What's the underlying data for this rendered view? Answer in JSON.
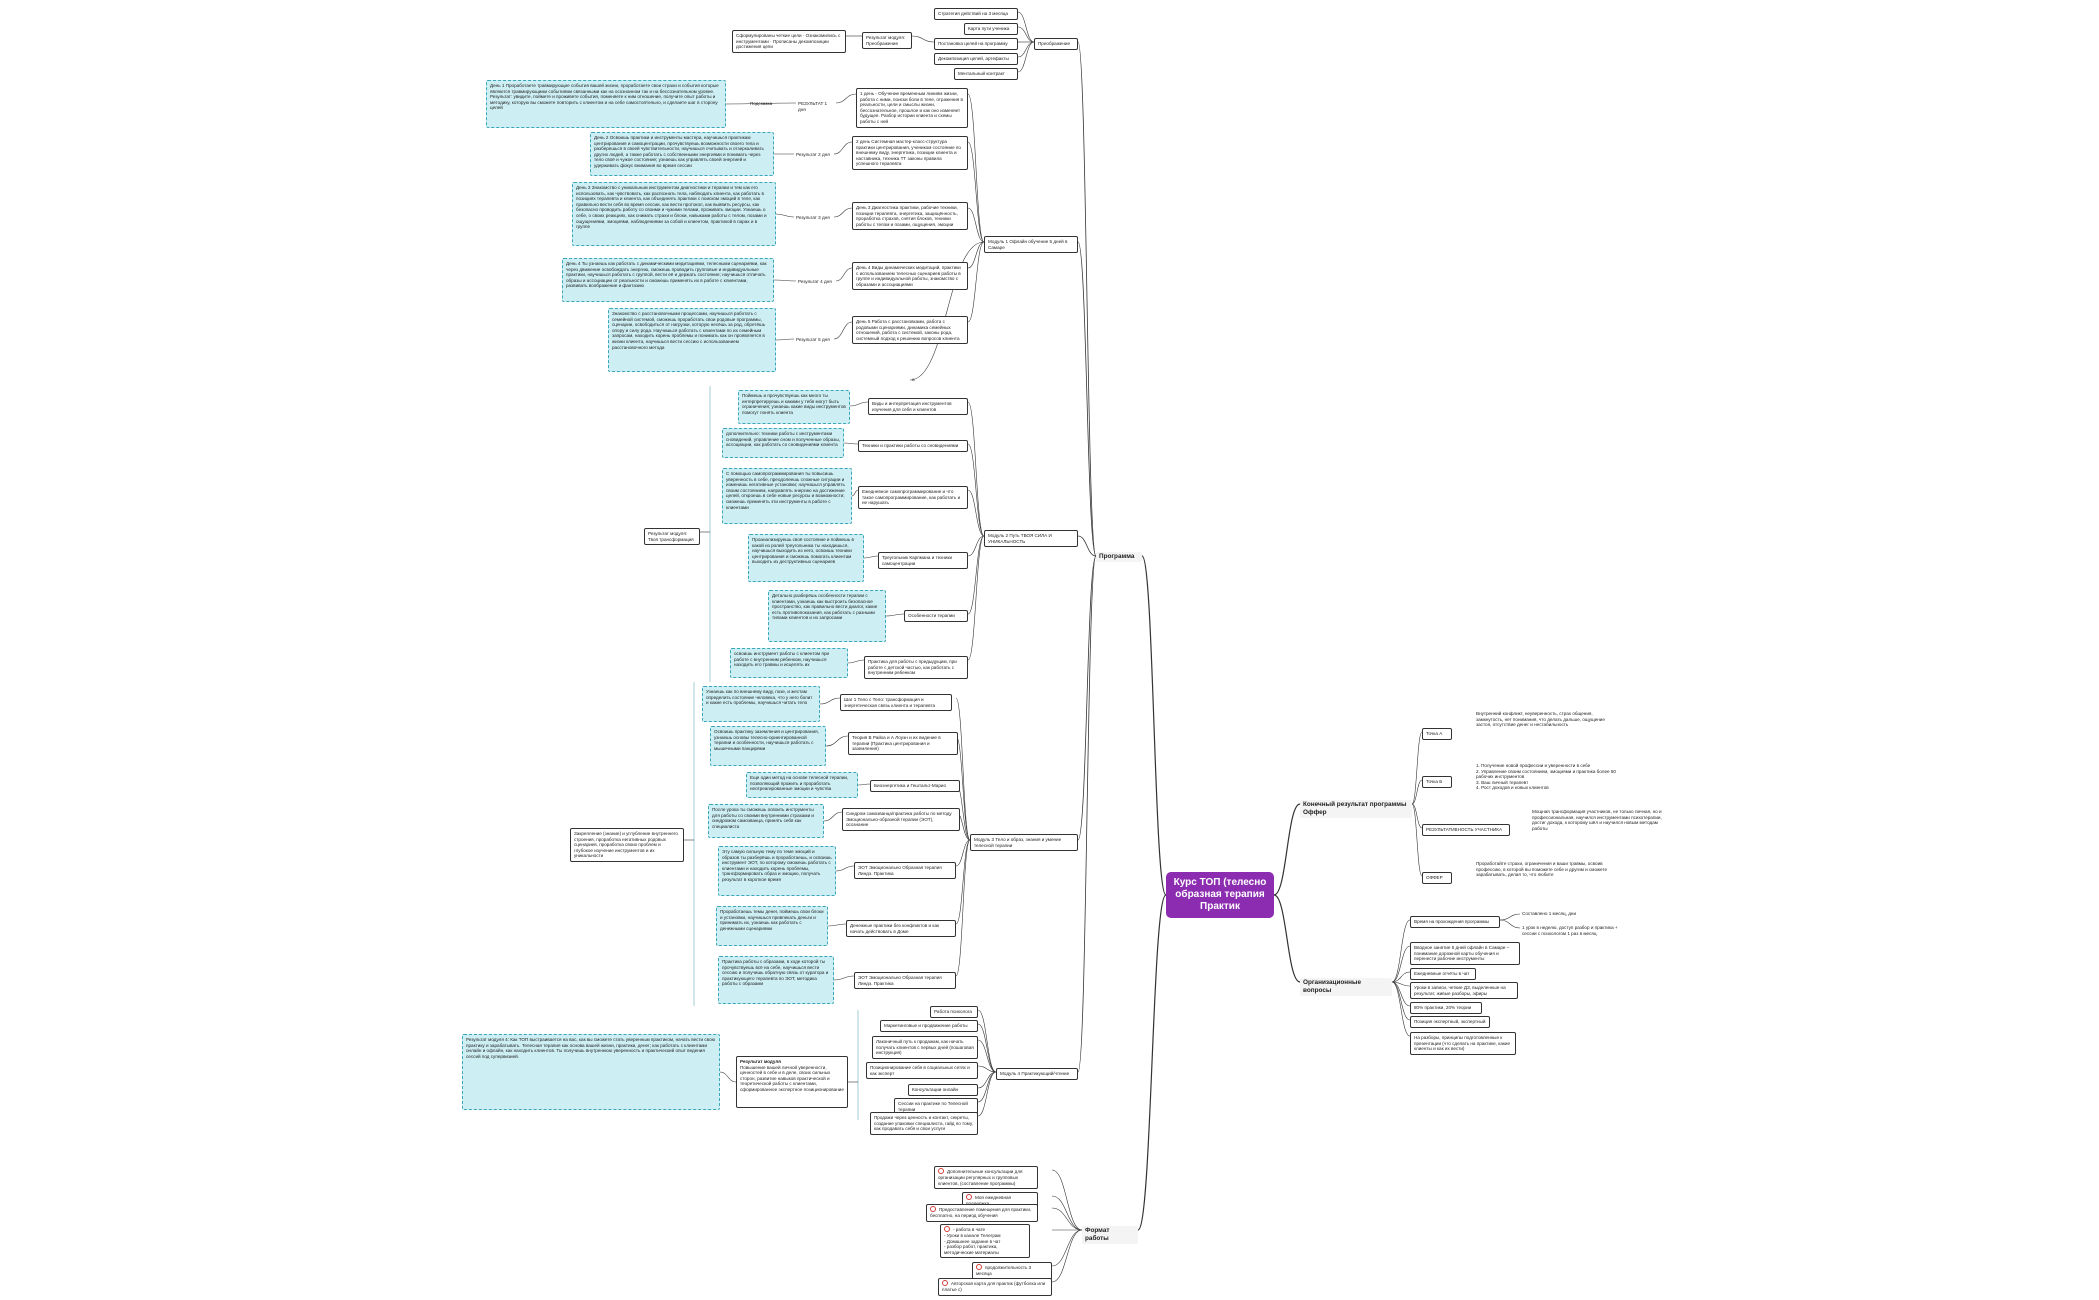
{
  "title": "Курс ТОП (телесно образная терапия Практик",
  "colors": {
    "root": "#8c2cb1",
    "cyan_fill": "#cdeef3",
    "cyan_border": "#3aa7b8",
    "line": "#333333",
    "marker": "#d23c3c"
  },
  "branches": {
    "program": "Программа",
    "final": "Конечный результат программы Оффер",
    "org": "Организационные вопросы",
    "format": "Формат работы"
  },
  "transform": {
    "label": "Преображение",
    "items": [
      "Стратегия действий на 3 месяца",
      "Карта пути ученика",
      "Постановка целей на программу",
      "Декомпозиция целей, артефакты",
      "Ментальный контракт"
    ],
    "result_label": "Результат модуля: Преображение",
    "result_text": "Сформулированы четкие цели · Ознакомились с инструментами · Прописаны декомпозиции достижения цели"
  },
  "module1": {
    "label": "Модуль 1 Офлайн обучение 5 дней в Самаре",
    "days": [
      {
        "topic": "1 день - Обучение временным линиям жизни, работа с ними, поиски боли в теле, отражения в реальности, цели и смыслы жизни, бессознательное, прошлое и как оно изменяет будущее. Разбор истории клиента и схемы работы с ней",
        "label": "РЕЗУЛЬТАТ 1 дня",
        "pre": "Подсказка",
        "result": "День 1 Проработаете травмирующие события вашей жизни, проработаете свои страхи и события которые являются травмирующими событиями связанными как на осознанном так и на бессознательном уровне. Результат: увидите, поймете и проживете события, поменяете к ним отношение, получите опыт работы и методику, которую вы сможете повторить с клиентом и на себе самостоятельно, и сделаете шаг в сторону целей"
      },
      {
        "topic": "2 день Системная мастер-класс-структура практики центрирования, учеником состояние по внешнему виду, энергетика, позиции клиента и наставника, техника ТТ законы правила успешного терапевта",
        "label": "Результат 2 дня",
        "result": "День 2 Освоишь практики и инструменты мастера, научишься практикам центрирования и самоцентрации, прочувствуешь возможности своего тела и разберешься в своей чувствительности, научишься считывать и отзеркаливать других людей, а также работать с собственными энергиями и понимать через тело своё и чужое состояние; узнаешь как управлять своей энергией и удерживать фокус внимания во время сессии"
      },
      {
        "topic": "День 3 Диагностика практики, рабочие техники, позиции терапевта, энергетика, защищённость, проработка страхов, снятия блоков, техники работы с телом и позами, ощущения, эмоции",
        "label": "Результат 3 дня",
        "result": "День 3 Знакомство с уникальным инструментом диагностики и терапии и тем как его использовать, как чувствовать, как распознать тела, наблюдать клиента, как работать в позициях терапевта и клиента, как объединять практики с поиском эмоций в теле, как правильно вести себя во время сессии, как вести протокол, как выявить ресурсы, как безопасно проводить работу со своими и чужими телами, проживать эмоции. Узнаешь о себе, о своих реакциях, как снимать страхи и блоки, навыками работы с телом, позами и ощущениями, эмоциями, наблюдениями за собой и клиентом, практикой в парах и в группе"
      },
      {
        "topic": "День 4 Виды динамических медитаций, практики с использованием телесных сценариев работы в группе и индивидуальной работы, знакомство с образами и ассоциациями",
        "label": "Результат 4 дня",
        "result": "День 4 Ты узнаешь как работать с динамическими медитациями, телесными сценариями, как через движение освобождать энергию, сможешь проводить групповые и индивидуальные практики, научишься работать с группой, вести её и держать состояние; научишься отличать образы и ассоциации от реальности и сможешь применять их в работе с клиентами, развивать воображение и фантазию"
      },
      {
        "topic": "День 5 Работа с расстановками, работа с родовыми сценариями, динамика семейных отношений, работа с системой, законы рода, системный подход к решению вопросов клиента",
        "label": "Результат 5 дня",
        "result": "Знакомство с расстановочными процессами, научишься работать с семейной системой, сможешь проработать свои родовые программы, сценарии, освободиться от нагрузки, которую несёшь за род, обретёшь опору и силу рода. Научишься работать с клиентами по их семейным запросам, находить корень проблемы и понимать как он проявляется в жизни клиента, научишься вести сессию с использованием расстановочного метода"
      }
    ]
  },
  "module2": {
    "label": "Модуль 2 Путь ТВОЯ СИЛА И УНИКАЛЬНОСТЬ",
    "result_label": "Результат модуля: Твоя трансформация",
    "items": [
      {
        "topic": "Виды и интерпретация инструментов изучения для себя и клиентов",
        "detail": "Поймешь и прочувствуешь как много ты интерпретируешь и какими у тебя могут быть ограничения; узнаешь какие виды инструментов помогут понять клиента"
      },
      {
        "topic": "Техники и практики работы со сновидениями",
        "detail": "дополнительно: техники работы с инструментами сновидений, управление сном и полученные образы, ассоциации, как работать со сновидениями клиента"
      },
      {
        "topic": "Ежедневное самопрограммирование и что такое самопрограммирование, как работать и не нарушать",
        "detail": "С помощью самопрограммирования ты повысишь уверенность в себе, преодолеешь сложные ситуации и изменишь негативные установки; научишься управлять своим состоянием, направлять энергию на достижение целей, откроешь в себе новые ресурсы и возможности; сможешь применять эти инструменты в работе с клиентами"
      },
      {
        "topic": "Треугольник Карпмана и техники самоцентрации",
        "detail": "Проанализируешь своё состояние и поймешь в какой из ролей треугольника ты находишься, научишься выходить из него, освоишь техники центрирования и сможешь помогать клиентам выходить из деструктивных сценариев"
      },
      {
        "topic": "Особенности терапии",
        "detail": "Детально разберёшь особенности терапии с клиентами, узнаешь как выстроить безопасное пространство, как правильно вести диалог, какие есть противопоказания, как работать с разными типами клиентов и их запросами"
      },
      {
        "topic": "Практика для работы с предыдущим, при работе с детской частью, как работать с внутренним ребенком",
        "detail": "освоишь инструмент работы с клиентом при работе с внутренним ребенком, научишься находить его травмы и исцелять их"
      }
    ]
  },
  "module3": {
    "label": "Модуль 3 Тело и образ, знания и умение телесной терапии",
    "side_note": "Закрепление (знание) и углубление внутреннего строения, проработка негативных родовых сценариев, проработка своих проблем и глубокое изучение инструментов и их уникальности",
    "items": [
      {
        "topic": "Шаг 1 Тело с Тело: трансформация и энергетическая связь клиента и терапевта",
        "detail": "Узнаешь как по внешнему виду, позе, и жестам определить состояние человека, что у него болит и какие есть проблемы, научишься читать тело"
      },
      {
        "topic": "Теория В Райха и А Лоуэн и их видение в терапии (Практика центрирования и заземления)",
        "detail": "Освоишь практику заземления и центрирования, узнаешь основы телесно-ориентированной терапии и особенности, научишься работать с мышечными панцирями"
      },
      {
        "topic": "Биоэнергетика и Гештальт-Марио",
        "detail": "Еще один метод на основе телесной терапии, позволяющий прожить и проработать неотреагированные эмоции и чувства"
      },
      {
        "topic": "Синдром самозванца/практика работы по методу Эмоционально-образной терапии (ЭОТ), осознание",
        "detail": "После урока ты сможешь освоить инструменты для работы со своими внутренними страхами и синдромом самозванца, принять себя как специалиста"
      },
      {
        "topic": "ЭОТ Эмоционально Образная терапия Линдэ. Практика",
        "detail": "Эту самую сильную тему по теме эмоций и образов ты разберёшь и проработаешь, и освоишь инструмент ЭОТ, по которому сможешь работать с клиентами и находить корень проблемы, трансформировать образ и эмоцию, получать результат в короткое время"
      },
      {
        "topic": "Денежные практики без конфликтов и как начать действовать в Доме",
        "detail": "Проработаешь темы денег, поймешь свои блоки и установки, научишься привлекать деньги и принимать их, узнаешь как работать с денежными сценариями"
      },
      {
        "topic": "ЭОТ Эмоционально Образная терапия Линдэ. Практика",
        "detail": "Практика работы с образами, в ходе которой ты прочувствуешь всё на себе, научишься вести сессию и получишь обратную связь от куратора и практикующего терапевта по ЭОТ, методика работы с образами"
      }
    ]
  },
  "module4": {
    "label": "Модуль 4 Практикующий/чтение",
    "result_label": "Результат модуля",
    "result_text": "Повышение вашей личной уверенности, ценностей в себе и в деле, своих сильных сторон, развитие навыков практической и теоретической работы с клиентами, сформированное экспертное позиционирование",
    "long_text": "Результат модуля 4: Как ТОП выстраивается на вас, как вы сможете стать уверенным практиком, начать вести свою практику и зарабатывать. Телесная терапия как основа вашей жизни, практики, денег; как работать с клиентами онлайн и офлайн, как находить клиентов. Ты получишь внутреннюю уверенность и практический опыт ведения сессий под супервизией.",
    "items": [
      {
        "topic": "Работа психолога"
      },
      {
        "topic": "Маркетинговые и продвижение работы"
      },
      {
        "topic": "Лаконичный путь к продажам, как начать получать клиентов с первых дней (пошаговая инструкция)"
      },
      {
        "topic": "Позиционирование себя в социальных сетях и как эксперт"
      },
      {
        "topic": "Консультации онлайн"
      },
      {
        "topic": "Сессии на практике по Телесной терапии"
      },
      {
        "topic": "Продажи через ценность и контакт, секреты, создание упаковки специалиста, гайд по тому, как продавать себя и свои услуги"
      }
    ]
  },
  "final": {
    "items": [
      {
        "label": "Точка А",
        "text": "Внутренний конфликт, неуверенность, страх общения, замкнутость, нет понимания, что делать дальше, ощущение застоя, отсутствие денег и нестабильность"
      },
      {
        "label": "Точка Б",
        "text": "1. Получение новой профессии и уверенности в себе\n2. Управление своим состоянием, эмоциями и практика более 50 рабочих инструментов\n3. Ваш личный терапевт\n4. Рост доходов и новых клиентов"
      },
      {
        "label": "РЕЗУЛЬТАТИВНОСТЬ УЧАСТНИКА",
        "text": "Мощная трансформация участников, не только личная, но и профессиональная, научился инструментами психотерапии, достиг дохода, к которому шёл и научился новым методам работы"
      },
      {
        "label": "ОФФЕР",
        "text": "Проработайте страхи, ограничения и ваши травмы, освоив профессию, в которой вы поможете себе и другим и сможете зарабатывать, делая то, что любите"
      }
    ]
  },
  "org": {
    "items": [
      {
        "label": "Время на прохождения программы",
        "subs": [
          "Составлено 1 месяц, дни",
          "1 урок в неделю, доступ разбор и практика + сессии с психологом 1 раз в месяц"
        ]
      },
      {
        "label": "Вводное занятие 5 дней офлайн в Самаре – понимание дорожной карты обучения и перенести рабочие инструменты"
      },
      {
        "label": "Ежедневные отчёты в чат"
      },
      {
        "label": "Уроки в записи, четкие ДЗ, выделенные на результат, живые разборы, эфиры"
      },
      {
        "label": "80% практики, 20% теории"
      },
      {
        "label": "Позиция экспертный, экспертный"
      },
      {
        "label": "На разборы, принципы подготовленные к презентации (что сделать на практике, какие клиенты и как их вести)"
      }
    ]
  },
  "format": {
    "items": [
      {
        "label": "Дополнительные консультации для организации регулярных и групповых клиентов, (составление программы)"
      },
      {
        "label": "Моя ежедневная поддержка"
      },
      {
        "label": "Предоставление помещения для практики, бесплатно, на период обучения"
      },
      {
        "label": "- работа в чате\n- Уроки в канале Телеграм\n- Домашнее задание в чат\n- разбор работ, практика, методические материалы"
      },
      {
        "label": "продолжительность 3 месяца"
      },
      {
        "label": "Авторская карта для практик (футболка или платье с)"
      }
    ]
  },
  "misc": {
    "small_marker": "а"
  }
}
